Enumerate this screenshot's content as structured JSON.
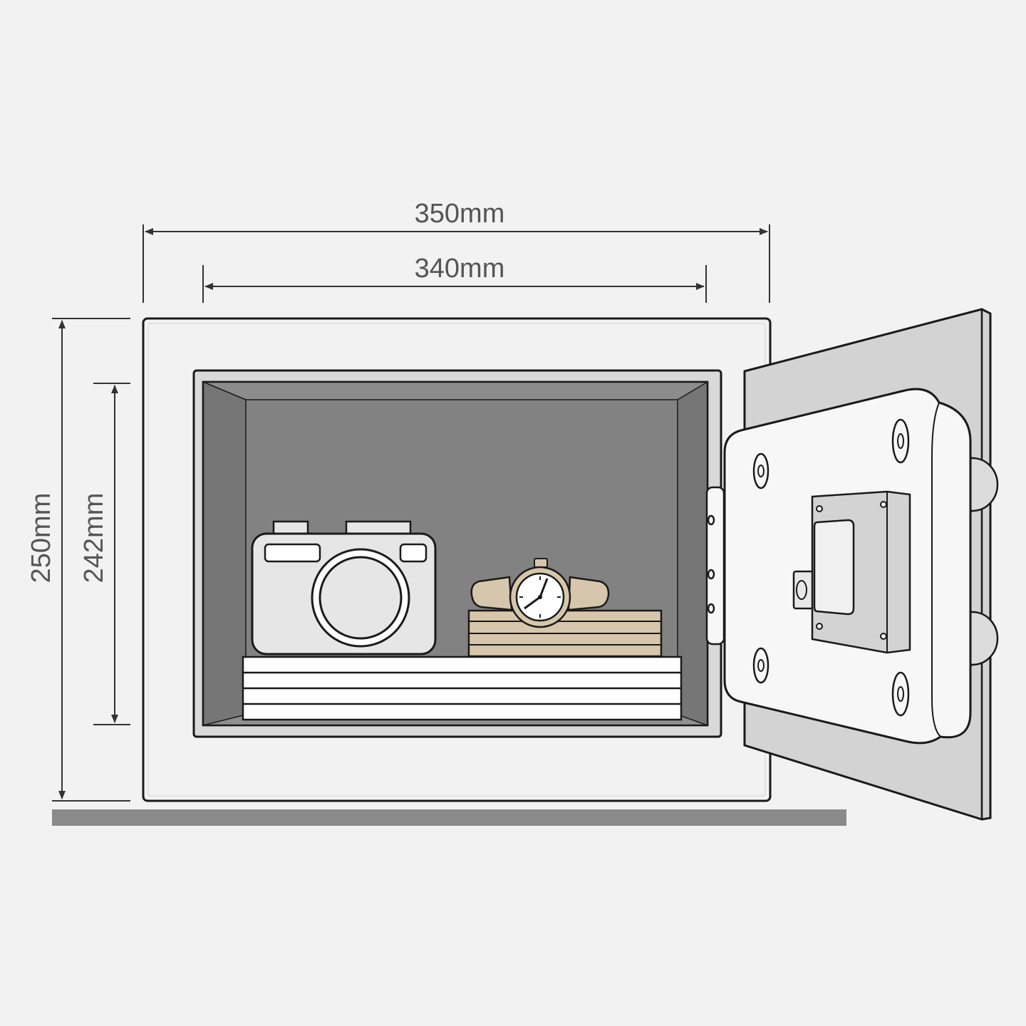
{
  "dimensions": {
    "outer_width": "350mm",
    "inner_width": "340mm",
    "outer_height": "250mm",
    "inner_height": "242mm"
  },
  "colors": {
    "background": "#f2f2f2",
    "stroke": "#1a1a1a",
    "dimension_line": "#333333",
    "dimension_text": "#555555",
    "safe_body": "#f2f2f2",
    "cavity_dark": "#7f7f7f",
    "cavity_back": "#828282",
    "door_panel": "#d3d3d3",
    "door_inner": "#f7f7f7",
    "camera_body": "#e6e6e6",
    "watch_strap": "#d6c7ac",
    "papers": "#ffffff",
    "floor": "#8a8a8a"
  },
  "icons": [
    "camera-icon",
    "wristwatch-icon",
    "document-stack-icon",
    "keypad-lock-icon",
    "locking-bolt-icon"
  ]
}
